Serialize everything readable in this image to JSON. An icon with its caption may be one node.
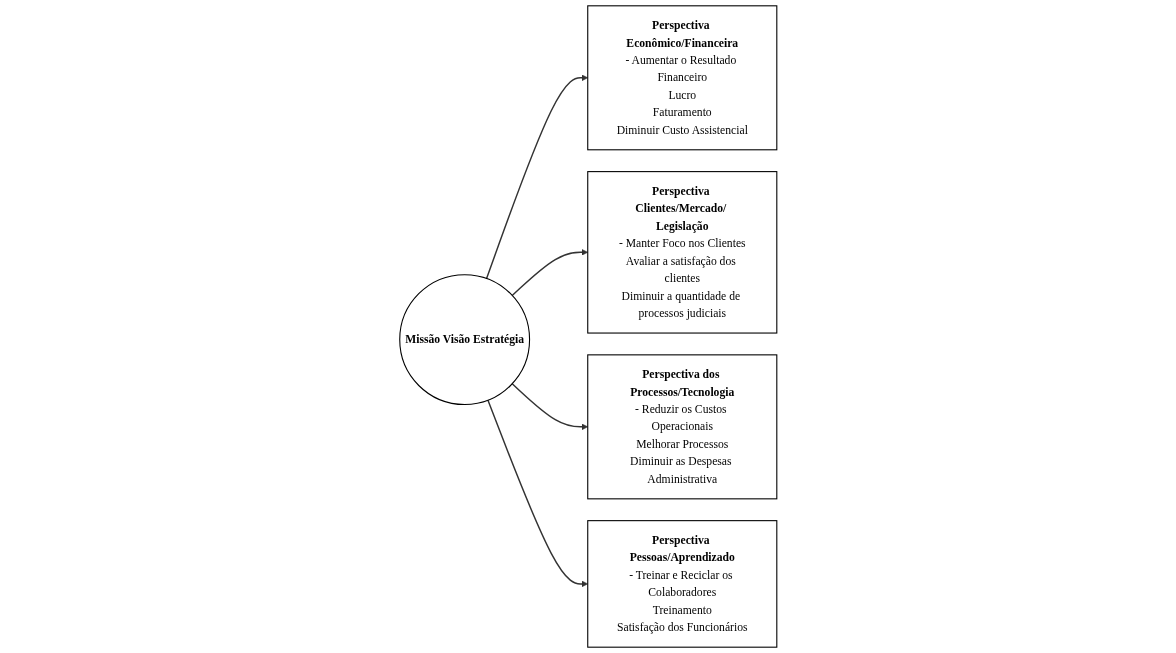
{
  "diagram": {
    "nodes": [
      {
        "text": [
          "Perspectiva Econômico/Financeira",
          "- Aumentar o Resultado Financeiro",
          "Lucro",
          "Faturamento",
          "Diminuir Custo Assistencial"
        ]
      },
      {
        "text": [
          "Perspectiva Clientes/Mercado/ Legislação",
          "- Manter Foco nos Clientes",
          "Avaliar a satisfação dos clientes",
          "Diminuir a quantidade de processos judiciais"
        ]
      },
      {
        "text": [
          "Missão Visão Estratégia"
        ]
      },
      {
        "text": [
          "Perspectiva dos Processos/Tecnologia",
          "- Reduzir os Custos Operacionais",
          "Melhorar Processos",
          "Diminuir as Despesas Administrativa"
        ]
      },
      {
        "text": [
          "Perspectiva Pessoas/Aprendizado",
          "- Treinar e Reciclar os Colaboradores",
          "Treinamento",
          "Satisfação dos Funcionários"
        ]
      }
    ],
    "edges": [
      {
        "from": 2,
        "to": 0,
        "arrow": "to"
      },
      {
        "from": 2,
        "to": 1,
        "arrow": "to"
      },
      {
        "from": 2,
        "to": 3,
        "arrow": "to"
      },
      {
        "from": 2,
        "to": 4,
        "arrow": "to"
      }
    ]
  }
}
